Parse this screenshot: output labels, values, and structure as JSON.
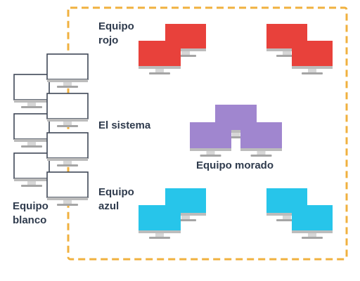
{
  "colors": {
    "frame": "#f0b13f",
    "bezel": "#bcbcbc",
    "base": "#a5a5a5",
    "base_light": "#d6d6d6",
    "outline": "#3f4756",
    "text": "#2f3b4d"
  },
  "teams": {
    "red": {
      "label": "Equipo\nrojo",
      "color": "#e8413b",
      "icon": "monitor-icon"
    },
    "system": {
      "label": "El sistema"
    },
    "purple": {
      "label": "Equipo morado",
      "color": "#a086cf",
      "icon": "monitor-icon"
    },
    "blue": {
      "label": "Equipo\nazul",
      "color": "#27c5ea",
      "icon": "monitor-icon"
    },
    "white": {
      "label": "Equipo\nblanco",
      "color": "#ffffff",
      "icon": "monitor-icon"
    }
  }
}
